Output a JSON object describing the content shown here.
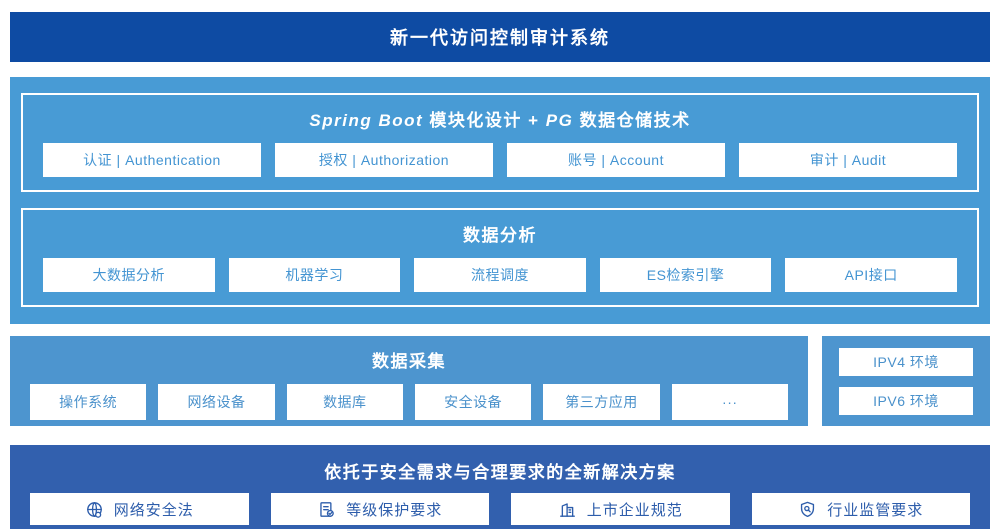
{
  "banner": {
    "title": "新一代访问控制审计系统"
  },
  "platform": {
    "springboot": {
      "title_parts": {
        "latin1": "Spring Boot",
        "zh1": " 模块化设计 + ",
        "latin2": "PG",
        "zh2": " 数据仓储技术"
      },
      "modules": [
        "认证 | Authentication",
        "授权 | Authorization",
        "账号 | Account",
        "审计 | Audit"
      ]
    },
    "analysis": {
      "title": "数据分析",
      "modules": [
        "大数据分析",
        "机器学习",
        "流程调度",
        "ES检索引擎",
        "API接口"
      ]
    }
  },
  "collection": {
    "title": "数据采集",
    "modules": [
      "操作系统",
      "网络设备",
      "数据库",
      "安全设备",
      "第三方应用",
      "···"
    ]
  },
  "environments": {
    "items": [
      "IPV4 环境",
      "IPV6 环境"
    ]
  },
  "solution": {
    "title": "依托于安全需求与合理要求的全新解决方案",
    "modules": [
      {
        "icon": "globe-icon",
        "label": "网络安全法"
      },
      {
        "icon": "document-check-icon",
        "label": "等级保护要求"
      },
      {
        "icon": "buildings-icon",
        "label": "上市企业规范"
      },
      {
        "icon": "shield-search-icon",
        "label": "行业监管要求"
      }
    ]
  },
  "colors": {
    "banner_bg": "#0e4ba3",
    "platform_bg": "#489bd5",
    "collection_bg": "#4d95cf",
    "solution_bg": "#3260ae",
    "module_text": "#4394d2",
    "solution_text": "#2d5dab"
  }
}
